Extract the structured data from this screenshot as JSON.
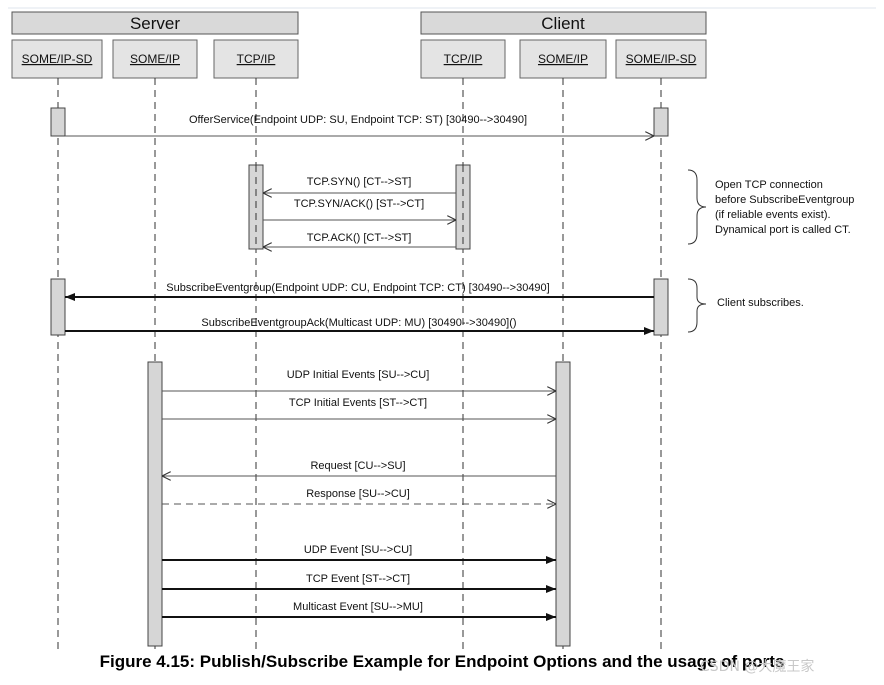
{
  "groups": {
    "server": "Server",
    "client": "Client"
  },
  "lanes": [
    "SOME/IP-SD",
    "SOME/IP",
    "TCP/IP",
    "TCP/IP",
    "SOME/IP",
    "SOME/IP-SD"
  ],
  "messages": [
    "OfferService(Endpoint UDP: SU, Endpoint TCP: ST) [30490-->30490]",
    "TCP.SYN() [CT-->ST]",
    "TCP.SYN/ACK() [ST-->CT]",
    "TCP.ACK() [CT-->ST]",
    "SubscribeEventgroup(Endpoint UDP: CU, Endpoint TCP: CT) [30490-->30490]",
    "SubscribeEventgroupAck(Multicast UDP: MU) [30490-->30490]()",
    "UDP Initial Events [SU-->CU]",
    "TCP Initial Events [ST-->CT]",
    "Request [CU-->SU]",
    "Response [SU-->CU]",
    "UDP Event [SU-->CU]",
    "TCP Event [ST-->CT]",
    "Multicast Event [SU-->MU]"
  ],
  "notes": {
    "tcp_lines": [
      "Open TCP connection",
      "before SubscribeEventgroup",
      "(if reliable events exist).",
      "Dynamical port is called CT."
    ],
    "subscribe": "Client subscribes."
  },
  "caption": "Figure 4.15: Publish/Subscribe Example for Endpoint Options and the usage of ports",
  "watermark": "CSDN @大魔王家"
}
